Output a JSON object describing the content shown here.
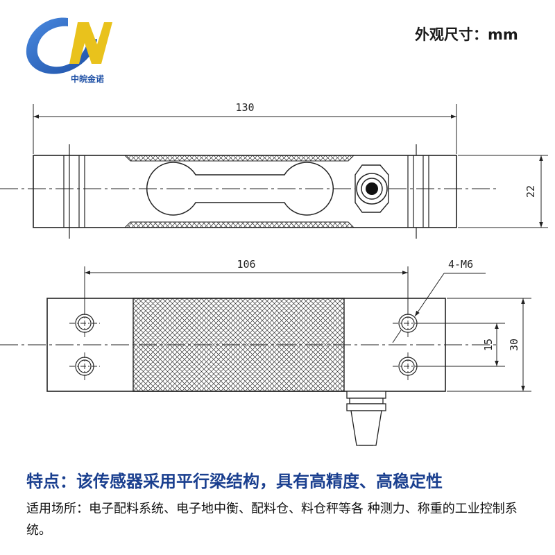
{
  "logo": {
    "brand_text": "中皖金诺",
    "mark_color": "#2a63b8",
    "accent_color": "#e9c21c"
  },
  "unit_note": "外观尺寸：mm",
  "dimensions": {
    "top_length": "130",
    "top_height": "22",
    "bottom_span": "106",
    "hole_label": "4-M6",
    "hole_spacing": "15",
    "bottom_height": "30"
  },
  "features": "特点：该传感器采用平行梁结构，具有高精度、高稳定性",
  "application": "适用场所：电子配料系统、电子地中衡、配料仓、料仓秤等各 种测力、称重的工业控制系统。"
}
